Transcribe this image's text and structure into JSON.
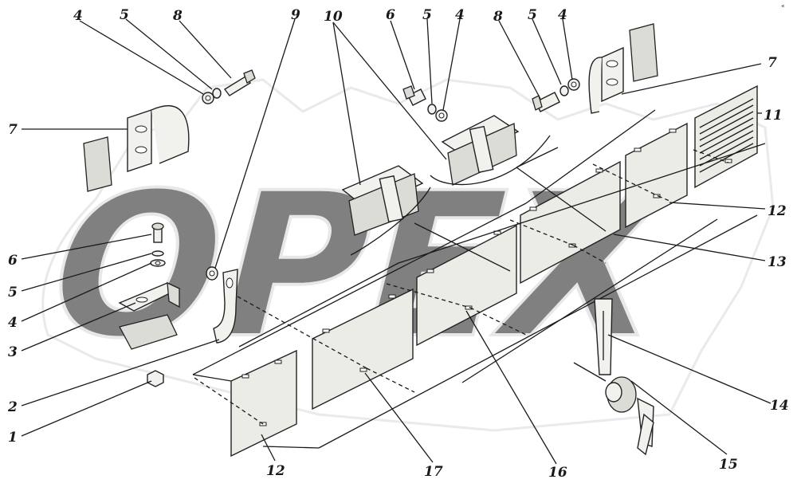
{
  "corner_mark": "«",
  "watermark": {
    "text": "OPEX",
    "color": "#dcdcdc"
  },
  "labels": [
    {
      "id": "l4a",
      "text": "4"
    },
    {
      "id": "l5a",
      "text": "5"
    },
    {
      "id": "l8a",
      "text": "8"
    },
    {
      "id": "l9",
      "text": "9"
    },
    {
      "id": "l10",
      "text": "10"
    },
    {
      "id": "l6a",
      "text": "6"
    },
    {
      "id": "l5b",
      "text": "5"
    },
    {
      "id": "l4b",
      "text": "4"
    },
    {
      "id": "l8b",
      "text": "8"
    },
    {
      "id": "l5c",
      "text": "5"
    },
    {
      "id": "l4c",
      "text": "4"
    },
    {
      "id": "l7a",
      "text": "7"
    },
    {
      "id": "l7b",
      "text": "7"
    },
    {
      "id": "l11",
      "text": "11"
    },
    {
      "id": "l12a",
      "text": "12"
    },
    {
      "id": "l13",
      "text": "13"
    },
    {
      "id": "l6b",
      "text": "6"
    },
    {
      "id": "l5d",
      "text": "5"
    },
    {
      "id": "l4d",
      "text": "4"
    },
    {
      "id": "l3",
      "text": "3"
    },
    {
      "id": "l2",
      "text": "2"
    },
    {
      "id": "l1",
      "text": "1"
    },
    {
      "id": "l12b",
      "text": "12"
    },
    {
      "id": "l17",
      "text": "17"
    },
    {
      "id": "l16",
      "text": "16"
    },
    {
      "id": "l15",
      "text": "15"
    },
    {
      "id": "l14",
      "text": "14"
    }
  ]
}
